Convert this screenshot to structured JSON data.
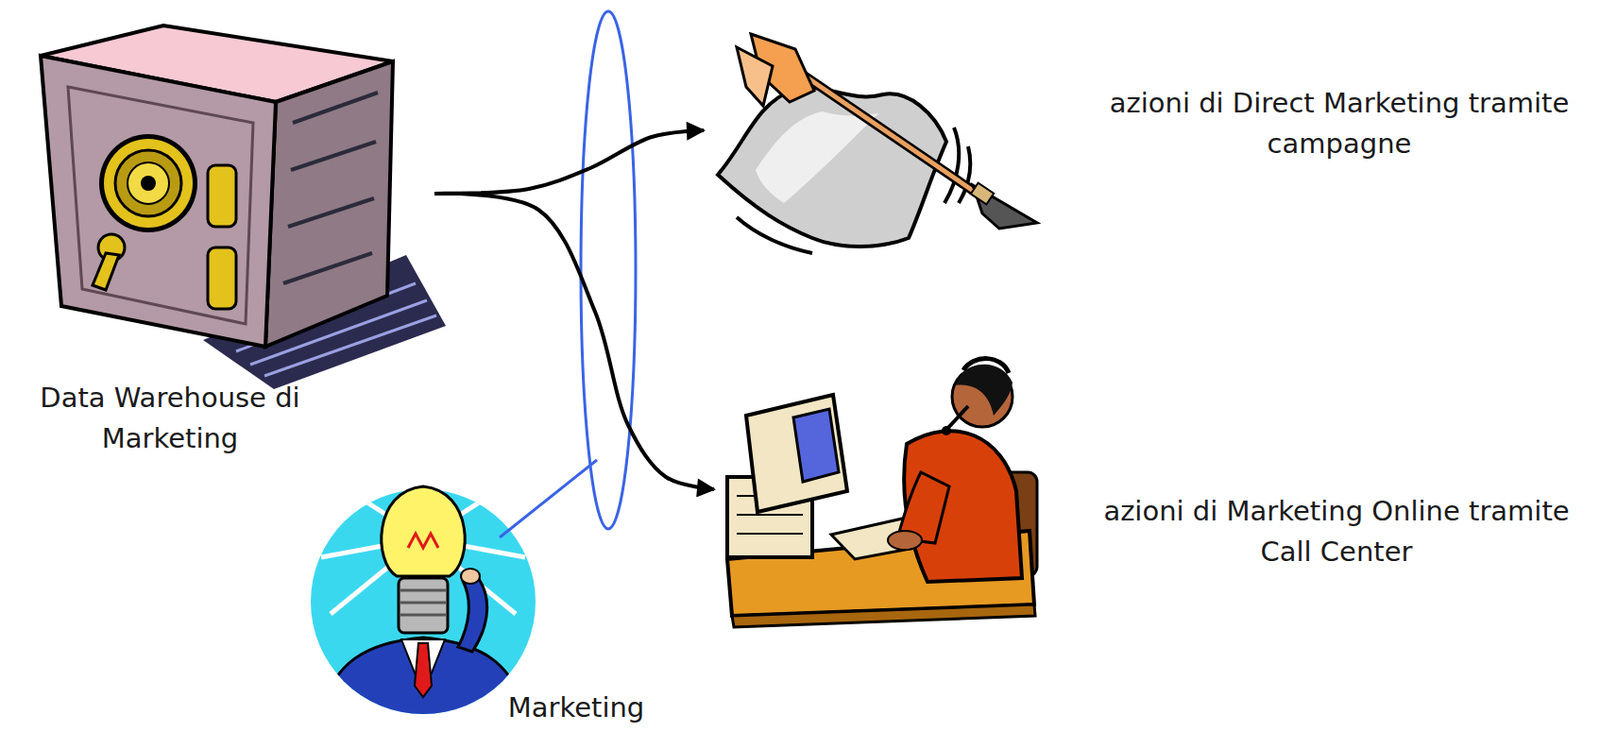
{
  "diagram": {
    "nodes": [
      {
        "text": [
          "Data Warehouse di Marketing"
        ]
      },
      {
        "text": [
          "azioni di Direct Marketing tramite campagne"
        ]
      },
      {
        "text": [
          "azioni di Marketing Online tramite Call Center"
        ]
      },
      {
        "text": [
          "Marketing"
        ]
      }
    ],
    "edges": [
      {
        "from": 0,
        "to": 1,
        "arrow": "to"
      },
      {
        "from": 0,
        "to": 2,
        "arrow": "to"
      }
    ]
  }
}
